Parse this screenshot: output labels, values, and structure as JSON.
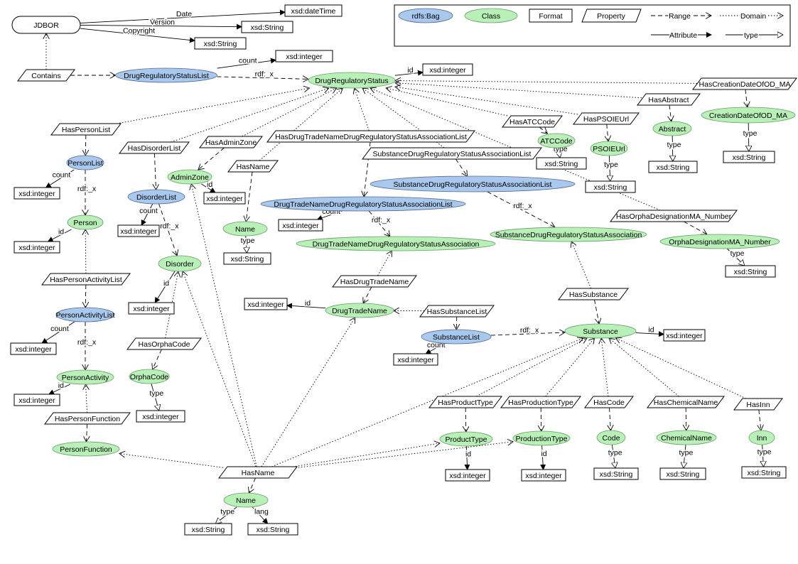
{
  "legend": {
    "bag": "rdfs:Bag",
    "class": "Class",
    "format": "Format",
    "property": "Property",
    "range": "Range",
    "domain": "Domain",
    "attribute": "Attribute",
    "type": "type"
  },
  "colors": {
    "bag": "#a8c8ee",
    "class": "#b8f0b8"
  },
  "nodes": [
    {
      "id": "jdbor",
      "kind": "pill",
      "label": "JDBOR"
    },
    {
      "id": "datetime",
      "kind": "format",
      "label": "xsd:dateTime"
    },
    {
      "id": "str_version",
      "kind": "format",
      "label": "xsd:String"
    },
    {
      "id": "str_copyright",
      "kind": "format",
      "label": "xsd:String"
    },
    {
      "id": "int_count_top",
      "kind": "format",
      "label": "xsd:integer"
    },
    {
      "id": "contains",
      "kind": "property",
      "label": "Contains"
    },
    {
      "id": "drsl",
      "kind": "bag",
      "label": "DrugRegulatoryStatusList"
    },
    {
      "id": "drs",
      "kind": "class",
      "label": "DrugRegulatoryStatus"
    },
    {
      "id": "int_drs",
      "kind": "format",
      "label": "xsd:integer"
    },
    {
      "id": "hascreation",
      "kind": "property",
      "label": "HasCreationDateOfOD_MA"
    },
    {
      "id": "hasabstract",
      "kind": "property",
      "label": "HasAbstract"
    },
    {
      "id": "creation",
      "kind": "class",
      "label": "CreationDateOfOD_MA"
    },
    {
      "id": "abstract",
      "kind": "class",
      "label": "Abstract"
    },
    {
      "id": "str_creation",
      "kind": "format",
      "label": "xsd:String"
    },
    {
      "id": "str_abstract",
      "kind": "format",
      "label": "xsd:String"
    },
    {
      "id": "hasatc",
      "kind": "property",
      "label": "HasATCCode"
    },
    {
      "id": "haspsoie",
      "kind": "property",
      "label": "HasPSOIEUrl"
    },
    {
      "id": "atc",
      "kind": "class",
      "label": "ATCCode"
    },
    {
      "id": "psoie",
      "kind": "class",
      "label": "PSOIEUrl"
    },
    {
      "id": "str_atc",
      "kind": "format",
      "label": "xsd:String"
    },
    {
      "id": "str_psoie",
      "kind": "format",
      "label": "xsd:String"
    },
    {
      "id": "haspersonlist",
      "kind": "property",
      "label": "HasPersonList"
    },
    {
      "id": "personlist",
      "kind": "bag",
      "label": "PersonList"
    },
    {
      "id": "int_pl",
      "kind": "format",
      "label": "xsd:integer"
    },
    {
      "id": "person",
      "kind": "class",
      "label": "Person"
    },
    {
      "id": "int_person",
      "kind": "format",
      "label": "xsd:integer"
    },
    {
      "id": "haspal",
      "kind": "property",
      "label": "HasPersonActivityList"
    },
    {
      "id": "pal",
      "kind": "bag",
      "label": "PersonActivityList"
    },
    {
      "id": "int_pal",
      "kind": "format",
      "label": "xsd:integer"
    },
    {
      "id": "pa",
      "kind": "class",
      "label": "PersonActivity"
    },
    {
      "id": "int_pa",
      "kind": "format",
      "label": "xsd:integer"
    },
    {
      "id": "haspf",
      "kind": "property",
      "label": "HasPersonFunction"
    },
    {
      "id": "pf",
      "kind": "class",
      "label": "PersonFunction"
    },
    {
      "id": "hasdisorderlist",
      "kind": "property",
      "label": "HasDisorderList"
    },
    {
      "id": "disorderlist",
      "kind": "bag",
      "label": "DisorderList"
    },
    {
      "id": "int_dl",
      "kind": "format",
      "label": "xsd:integer"
    },
    {
      "id": "disorder",
      "kind": "class",
      "label": "Disorder"
    },
    {
      "id": "int_disorder",
      "kind": "format",
      "label": "xsd:integer"
    },
    {
      "id": "hasorphacode",
      "kind": "property",
      "label": "HasOrphaCode"
    },
    {
      "id": "orphacode",
      "kind": "class",
      "label": "OrphaCode"
    },
    {
      "id": "int_orphacode",
      "kind": "format",
      "label": "xsd:integer"
    },
    {
      "id": "hasadminzone",
      "kind": "property",
      "label": "HasAdminZone"
    },
    {
      "id": "adminzone",
      "kind": "class",
      "label": "AdminZone"
    },
    {
      "id": "int_az",
      "kind": "format",
      "label": "xsd:integer"
    },
    {
      "id": "hasname_top",
      "kind": "property",
      "label": "HasName"
    },
    {
      "id": "name_top",
      "kind": "class",
      "label": "Name"
    },
    {
      "id": "str_name_top",
      "kind": "format",
      "label": "xsd:String"
    },
    {
      "id": "hasdtnl",
      "kind": "property",
      "label": "HasDrugTradeNameDrugRegulatoryStatusAssociationList"
    },
    {
      "id": "dtnl",
      "kind": "bag",
      "label": "DrugTradeNameDrugRegulatoryStatusAssociationList"
    },
    {
      "id": "int_dtnl",
      "kind": "format",
      "label": "xsd:integer"
    },
    {
      "id": "dtna",
      "kind": "class",
      "label": "DrugTradeNameDrugRegulatoryStatusAssociation"
    },
    {
      "id": "hasdtn",
      "kind": "property",
      "label": "HasDrugTradeName"
    },
    {
      "id": "dtn",
      "kind": "class",
      "label": "DrugTradeName"
    },
    {
      "id": "int_dtn",
      "kind": "format",
      "label": "xsd:integer"
    },
    {
      "id": "hassubstl",
      "kind": "property",
      "label": "SubstanceDrugRegulatoryStatusAssociationList"
    },
    {
      "id": "subl",
      "kind": "bag",
      "label": "SubstanceDrugRegulatoryStatusAssociationList"
    },
    {
      "id": "suba",
      "kind": "class",
      "label": "SubstanceDrugRegulatoryStatusAssociation"
    },
    {
      "id": "hasorphades",
      "kind": "property",
      "label": "HasOrphaDesignationMA_Number"
    },
    {
      "id": "orphades",
      "kind": "class",
      "label": "OrphaDesignationMA_Number"
    },
    {
      "id": "str_orphades",
      "kind": "format",
      "label": "xsd:String"
    },
    {
      "id": "hassubstance",
      "kind": "property",
      "label": "HasSubstance"
    },
    {
      "id": "hassubstancelist",
      "kind": "property",
      "label": "HasSubstanceList"
    },
    {
      "id": "substancelist",
      "kind": "bag",
      "label": "SubstanceList"
    },
    {
      "id": "int_sl",
      "kind": "format",
      "label": "xsd:integer"
    },
    {
      "id": "substance",
      "kind": "class",
      "label": "Substance"
    },
    {
      "id": "int_substance",
      "kind": "format",
      "label": "xsd:integer"
    },
    {
      "id": "hasproducttype",
      "kind": "property",
      "label": "HasProductType"
    },
    {
      "id": "producttype",
      "kind": "class",
      "label": "ProductType"
    },
    {
      "id": "int_pt",
      "kind": "format",
      "label": "xsd:integer"
    },
    {
      "id": "hasproductiontype",
      "kind": "property",
      "label": "HasProductionType"
    },
    {
      "id": "productiontype",
      "kind": "class",
      "label": "ProductionType"
    },
    {
      "id": "int_prt",
      "kind": "format",
      "label": "xsd:integer"
    },
    {
      "id": "hascode",
      "kind": "property",
      "label": "HasCode"
    },
    {
      "id": "code",
      "kind": "class",
      "label": "Code"
    },
    {
      "id": "str_code",
      "kind": "format",
      "label": "xsd:String"
    },
    {
      "id": "haschem",
      "kind": "property",
      "label": "HasChemicalName"
    },
    {
      "id": "chem",
      "kind": "class",
      "label": "ChemicalName"
    },
    {
      "id": "str_chem",
      "kind": "format",
      "label": "xsd:String"
    },
    {
      "id": "hasinn",
      "kind": "property",
      "label": "HasInn"
    },
    {
      "id": "inn",
      "kind": "class",
      "label": "Inn"
    },
    {
      "id": "str_inn",
      "kind": "format",
      "label": "xsd:String"
    },
    {
      "id": "hasname_bot",
      "kind": "property",
      "label": "HasName"
    },
    {
      "id": "name_bot",
      "kind": "class",
      "label": "Name"
    },
    {
      "id": "str_name_type",
      "kind": "format",
      "label": "xsd:String"
    },
    {
      "id": "str_name_lang",
      "kind": "format",
      "label": "xsd:String"
    }
  ],
  "edge_labels": {
    "date": "Date",
    "version": "Version",
    "copyright": "Copyright",
    "count": "count",
    "rdf": "rdf:_x",
    "id": "id",
    "type": "type",
    "lang": "lang"
  }
}
